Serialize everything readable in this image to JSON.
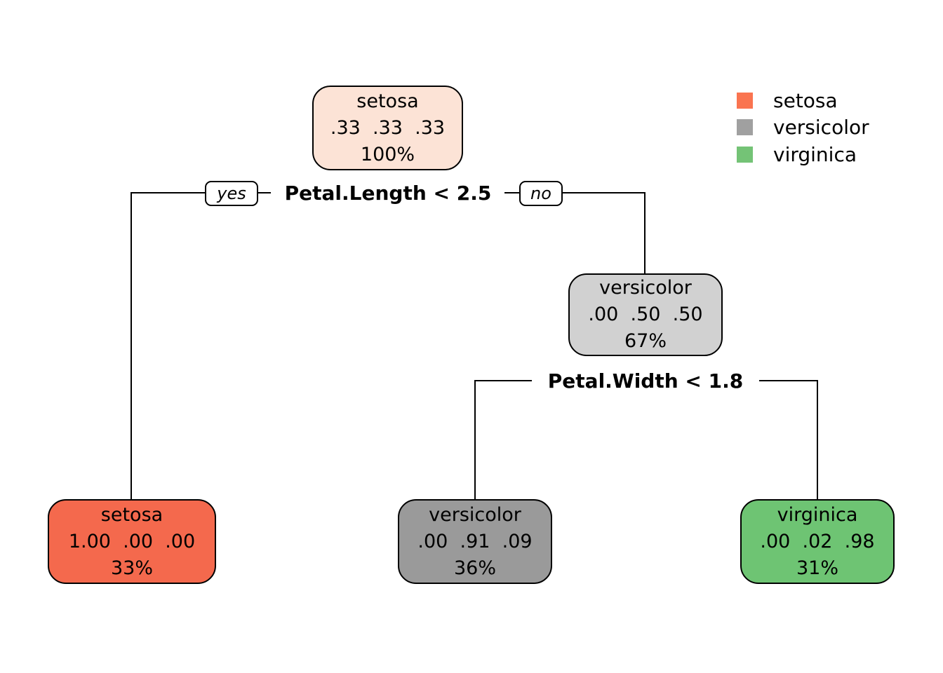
{
  "chart_data": {
    "type": "decision-tree",
    "model": "classification tree (rpart-style plot)",
    "classes": [
      "setosa",
      "versicolor",
      "virginica"
    ],
    "nodes": {
      "root": {
        "label": "setosa",
        "probs": ".33  .33  .33",
        "coverage": "100%",
        "color": "#fce3d6"
      },
      "internal_versicolor": {
        "label": "versicolor",
        "probs": ".00  .50  .50",
        "coverage": "67%",
        "color": "#d1d1d1"
      },
      "leaf_setosa": {
        "label": "setosa",
        "probs": "1.00  .00  .00",
        "coverage": "33%",
        "color": "#f4694d"
      },
      "leaf_versicolor": {
        "label": "versicolor",
        "probs": ".00  .91  .09",
        "coverage": "36%",
        "color": "#9a9a9a"
      },
      "leaf_virginica": {
        "label": "virginica",
        "probs": ".00  .02  .98",
        "coverage": "31%",
        "color": "#6ec473"
      }
    },
    "splits": {
      "split1": {
        "condition": "Petal.Length < 2.5",
        "yes_label": "yes",
        "no_label": "no"
      },
      "split2": {
        "condition": "Petal.Width < 1.8"
      }
    },
    "legend": {
      "items": [
        {
          "label": "setosa",
          "color": "#fa7450"
        },
        {
          "label": "versicolor",
          "color": "#a0a0a0"
        },
        {
          "label": "virginica",
          "color": "#74c376"
        }
      ]
    }
  }
}
